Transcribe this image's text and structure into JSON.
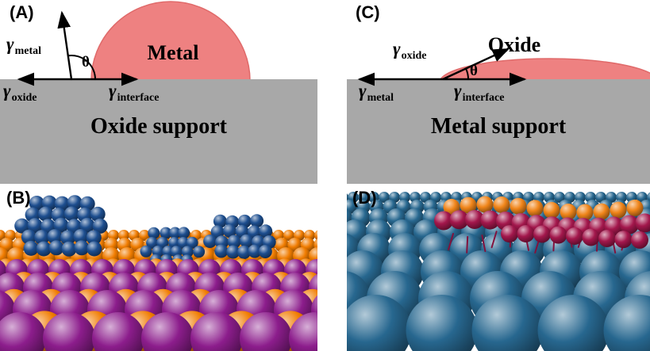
{
  "colors": {
    "droplet": "#ee8181",
    "droplet_edge": "#e06a6a",
    "support": "#a8a8a8",
    "ink": "#000000",
    "panel_b": {
      "orange": "#f07c00",
      "purple": "#8c1d8c",
      "blue": "#1d4e8f"
    },
    "panel_d": {
      "teal": "#27678f",
      "maroon": "#a3174c",
      "orange": "#f0851a"
    }
  },
  "panel_a": {
    "label": "(A)",
    "droplet_label": "Metal",
    "support_label": "Oxide support",
    "gamma": "γ",
    "theta": "θ",
    "up_sub": "metal",
    "left_sub": "oxide",
    "right_sub": "interface"
  },
  "panel_b": {
    "label": "(B)"
  },
  "panel_c": {
    "label": "(C)",
    "film_label": "Oxide",
    "support_label": "Metal support",
    "gamma": "γ",
    "theta": "θ",
    "up_sub": "oxide",
    "left_sub": "metal",
    "right_sub": "interface"
  },
  "panel_d": {
    "label": "(D)"
  }
}
